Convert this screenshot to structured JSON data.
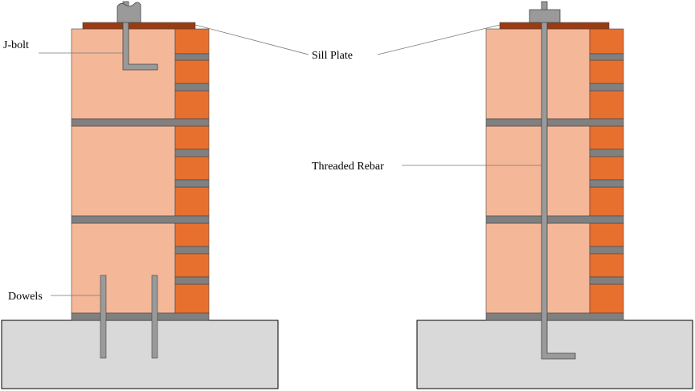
{
  "labels": {
    "j_bolt": "J-bolt",
    "sill_plate": "Sill Plate",
    "threaded_rebar": "Threaded Rebar",
    "dowels": "Dowels"
  },
  "colors": {
    "block": "#f4b899",
    "brick": "#e8702e",
    "mortar": "#808080",
    "sill": "#9c3a12",
    "foundation": "#d9d9d9",
    "steel": "#9a9a9a",
    "leader": "#777777"
  }
}
